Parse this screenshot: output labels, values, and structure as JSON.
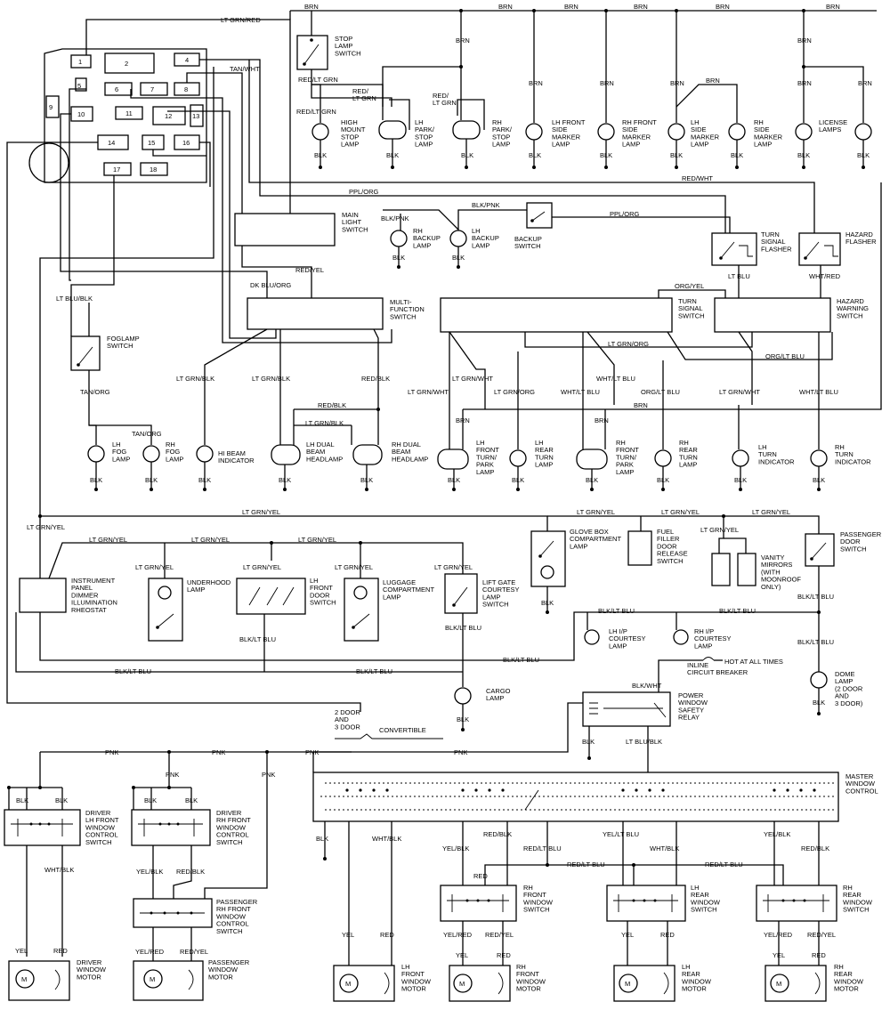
{
  "fuse_panel": {
    "fuses": [
      "1",
      "2",
      "4",
      "5",
      "6",
      "7",
      "8",
      "9",
      "10",
      "11",
      "12",
      "13",
      "14",
      "15",
      "16",
      "17",
      "18"
    ]
  },
  "wires": {
    "brn": "BRN",
    "lt_grn_red": "LT GRN/RED",
    "tan_wht": "TAN/WHT",
    "red_lt_grn": "RED/LT GRN",
    "red_lt_grn_split": "RED/\nLT GRN",
    "ppl_org": "PPL/ORG",
    "red_wht": "RED/WHT",
    "blk_pnk": "BLK/PNK",
    "red_yel": "RED/YEL",
    "dk_blu_org": "DK BLU/ORG",
    "lt_blu_blk": "LT BLU/BLK",
    "lt_blu": "LT BLU",
    "wht_red": "WHT/RED",
    "org_yel": "ORG/YEL",
    "lt_grn_org": "LT GRN/ORG",
    "org_lt_blu": "ORG/LT BLU",
    "lt_grn_blk": "LT GRN/BLK",
    "red_blk": "RED/BLK",
    "lt_grn_wht": "LT GRN/WHT",
    "wht_lt_blu": "WHT/LT BLU",
    "tan_org": "TAN/ORG",
    "blk": "BLK",
    "lt_grn_yel": "LT GRN/YEL",
    "blk_lt_blu": "BLK/LT BLU",
    "blk_wht": "BLK/WHT",
    "lt_blu_blk2": "LT BLU/BLK",
    "pnk": "PNK",
    "wht_blk": "WHT/BLK",
    "yel_blk": "YEL/BLK",
    "red_blk2": "RED/BLK",
    "yel_lt_blu": "YEL/LT BLU",
    "red_lt_blu": "RED/LT BLU",
    "red": "RED",
    "yel": "YEL",
    "yel_red": "YEL/RED",
    "red_yel2": "RED/YEL"
  },
  "components": {
    "stop_lamp_switch": "STOP\nLAMP\nSWITCH",
    "high_mount_stop_lamp": "HIGH\nMOUNT\nSTOP\nLAMP",
    "lh_park_stop_lamp": "LH\nPARK/\nSTOP\nLAMP",
    "rh_park_stop_lamp": "RH\nPARK/\nSTOP\nLAMP",
    "lh_front_side_marker": "LH FRONT\nSIDE\nMARKER\nLAMP",
    "rh_front_side_marker": "RH FRONT\nSIDE\nMARKER\nLAMP",
    "lh_side_marker": "LH\nSIDE\nMARKER\nLAMP",
    "rh_side_marker": "RH\nSIDE\nMARKER\nLAMP",
    "license_lamps": "LICENSE\nLAMPS",
    "main_light_switch": "MAIN\nLIGHT\nSWITCH",
    "rh_backup_lamp": "RH\nBACKUP\nLAMP",
    "lh_backup_lamp": "LH\nBACKUP\nLAMP",
    "backup_switch": "BACKUP\nSWITCH",
    "turn_signal_flasher": "TURN\nSIGNAL\nFLASHER",
    "hazard_flasher": "HAZARD\nFLASHER",
    "multi_function_switch": "MULTI-\nFUNCTION\nSWITCH",
    "turn_signal_switch": "TURN\nSIGNAL\nSWITCH",
    "hazard_warning_switch": "HAZARD\nWARNING\nSWITCH",
    "foglamp_switch": "FOGLAMP\nSWITCH",
    "lh_fog_lamp": "LH\nFOG\nLAMP",
    "rh_fog_lamp": "RH\nFOG\nLAMP",
    "hi_beam_indicator": "HI BEAM\nINDICATOR",
    "lh_dual_beam": "LH DUAL\nBEAM\nHEADLAMP",
    "rh_dual_beam": "RH DUAL\nBEAM\nHEADLAMP",
    "lh_front_turn_park": "LH\nFRONT\nTURN/\nPARK\nLAMP",
    "lh_rear_turn": "LH\nREAR\nTURN\nLAMP",
    "rh_front_turn_park": "RH\nFRONT\nTURN/\nPARK\nLAMP",
    "rh_rear_turn": "RH\nREAR\nTURN\nLAMP",
    "lh_turn_indicator": "LH\nTURN\nINDICATOR",
    "rh_turn_indicator": "RH\nTURN\nINDICATOR",
    "instrument_panel_dimmer": "INSTRUMENT\nPANEL\nDIMMER\nILLUMINATION\nRHEOSTAT",
    "underhood_lamp": "UNDERHOOD\nLAMP",
    "lh_front_door_switch": "LH\nFRONT\nDOOR\nSWITCH",
    "luggage_compartment_lamp": "LUGGAGE\nCOMPARTMENT\nLAMP",
    "lift_gate_courtesy": "LIFT GATE\nCOURTESY\nLAMP\nSWITCH",
    "glove_box_lamp": "GLOVE BOX\nCOMPARTMENT\nLAMP",
    "fuel_filler_switch": "FUEL\nFILLER\nDOOR\nRELEASE\nSWITCH",
    "vanity_mirrors": "VANITY\nMIRRORS\n(WITH\nMOONROOF\nONLY)",
    "passenger_door_switch": "PASSENGER\nDOOR\nSWITCH",
    "lh_ip_courtesy": "LH I/P\nCOURTESY\nLAMP",
    "rh_ip_courtesy": "RH I/P\nCOURTESY\nLAMP",
    "inline_breaker": "INLINE\nCIRCUIT BREAKER",
    "hot_at_all_times": "HOT AT ALL TIMES",
    "dome_lamp": "DOME\nLAMP\n(2 DOOR\nAND\n3 DOOR)",
    "cargo_lamp": "CARGO\nLAMP",
    "power_window_relay": "POWER\nWINDOW\nSAFETY\nRELAY",
    "two_three_door": "2 DOOR\nAND\n3 DOOR",
    "convertible": "CONVERTIBLE",
    "master_window_control": "MASTER\nWINDOW\nCONTROL",
    "driver_lh_front_switch": "DRIVER\nLH FRONT\nWINDOW\nCONTROL\nSWITCH",
    "driver_rh_front_switch": "DRIVER\nRH FRONT\nWINDOW\nCONTROL\nSWITCH",
    "passenger_rh_front_switch": "PASSENGER\nRH FRONT\nWINDOW\nCONTROL\nSWITCH",
    "driver_window_motor": "DRIVER\nWINDOW\nMOTOR",
    "passenger_window_motor": "PASSENGER\nWINDOW\nMOTOR",
    "rh_front_window_switch": "RH\nFRONT\nWINDOW\nSWITCH",
    "lh_rear_window_switch": "LH\nREAR\nWINDOW\nSWITCH",
    "rh_rear_window_switch": "RH\nREAR\nWINDOW\nSWITCH",
    "lh_front_window_motor": "LH\nFRONT\nWINDOW\nMOTOR",
    "rh_front_window_motor": "RH\nFRONT\nWINDOW\nMOTOR",
    "lh_rear_window_motor": "LH\nREAR\nWINDOW\nMOTOR",
    "rh_rear_window_motor": "RH\nREAR\nWINDOW\nMOTOR",
    "motor_symbol": "M"
  }
}
